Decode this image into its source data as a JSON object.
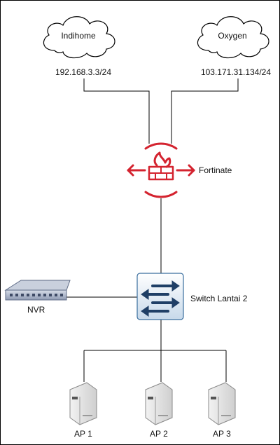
{
  "diagram": {
    "nodes": {
      "indihome": {
        "label": "Indihome",
        "ip": "192.168.3.3/24",
        "kind": "cloud"
      },
      "oxygen": {
        "label": "Oxygen",
        "ip": "103.171.31.134/24",
        "kind": "cloud"
      },
      "fortinate": {
        "label": "Fortinate",
        "kind": "firewall"
      },
      "switch": {
        "label": "Switch Lantai 2",
        "kind": "switch"
      },
      "nvr": {
        "label": "NVR",
        "kind": "nvr"
      },
      "ap1": {
        "label": "AP 1",
        "kind": "access-point"
      },
      "ap2": {
        "label": "AP 2",
        "kind": "access-point"
      },
      "ap3": {
        "label": "AP 3",
        "kind": "access-point"
      }
    },
    "colors": {
      "firewall": "#d4232f",
      "switch_top": "#ffffff",
      "switch_bottom": "#c7d9ea",
      "switch_border": "#3a6e9e",
      "switch_arrows": "#1f3f66",
      "line": "#000000"
    }
  }
}
